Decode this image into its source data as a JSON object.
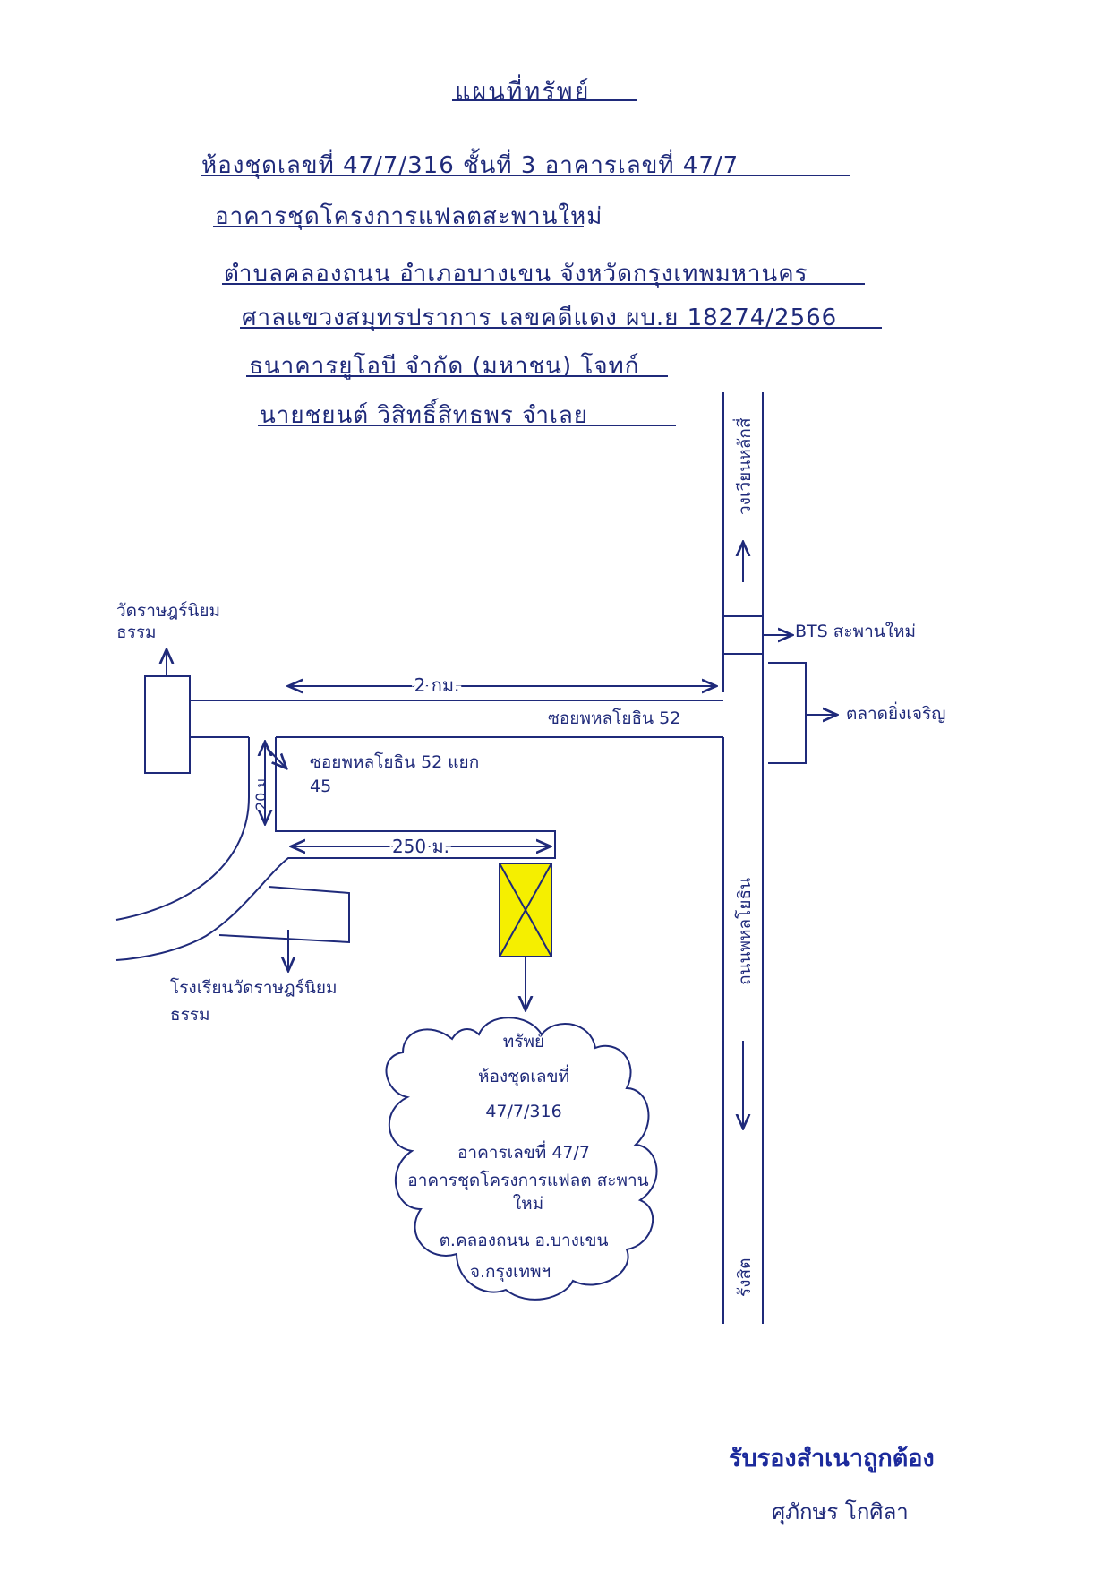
{
  "title": "แผนที่ทรัพย์",
  "header_lines": [
    "ห้องชุดเลขที่ 47/7/316 ชั้นที่ 3 อาคารเลขที่ 47/7",
    "อาคารชุดโครงการแฟลตสะพานใหม่",
    "ตำบลคลองถนน อำเภอบางเขน จังหวัดกรุงเทพมหานคร",
    "ศาลแขวงสมุทรปราการ เลขคดีแดง ผบ.ย 18274/2566",
    "ธนาคารยูโอบี จำกัด (มหาชน) โจทก์",
    "นายชยนต์ วิสิทธิ์สิทธพร จำเลย"
  ],
  "map": {
    "road_north": "วงเวียนหลักสี่",
    "bts": "BTS สะพานใหม่",
    "market": "ตลาดยิ่งเจริญ",
    "temple": "วัดราษฎร์นิยมธรรม",
    "distance_2km": "2 กม.",
    "soi_main": "ซอยพหลโยธิน 52",
    "soi_branch": "ซอยพหลโยธิน 52 แยก 45",
    "distance_20m": "20 ม.",
    "distance_250m": "250 ม.",
    "school": "โรงเรียนวัดราษฎร์นิยมธรรม",
    "main_road": "ถนนพหลโยธิน",
    "road_south": "รังสิต"
  },
  "property": {
    "label": "ทรัพย์",
    "line1": "ห้องชุดเลขที่",
    "line2": "47/7/316",
    "line3": "อาคารเลขที่ 47/7",
    "line4": "อาคารชุดโครงการแฟลต สะพานใหม่",
    "line5": "ต.คลองถนน อ.บางเขน",
    "line6": "จ.กรุงเทพฯ"
  },
  "certify": "รับรองสำเนาถูกต้อง",
  "signature": "ศุภักษร โกศิลา",
  "colors": {
    "ink": "#1f2a7a",
    "highlight": "#f5ef00",
    "stamp": "#1c2a9c"
  }
}
